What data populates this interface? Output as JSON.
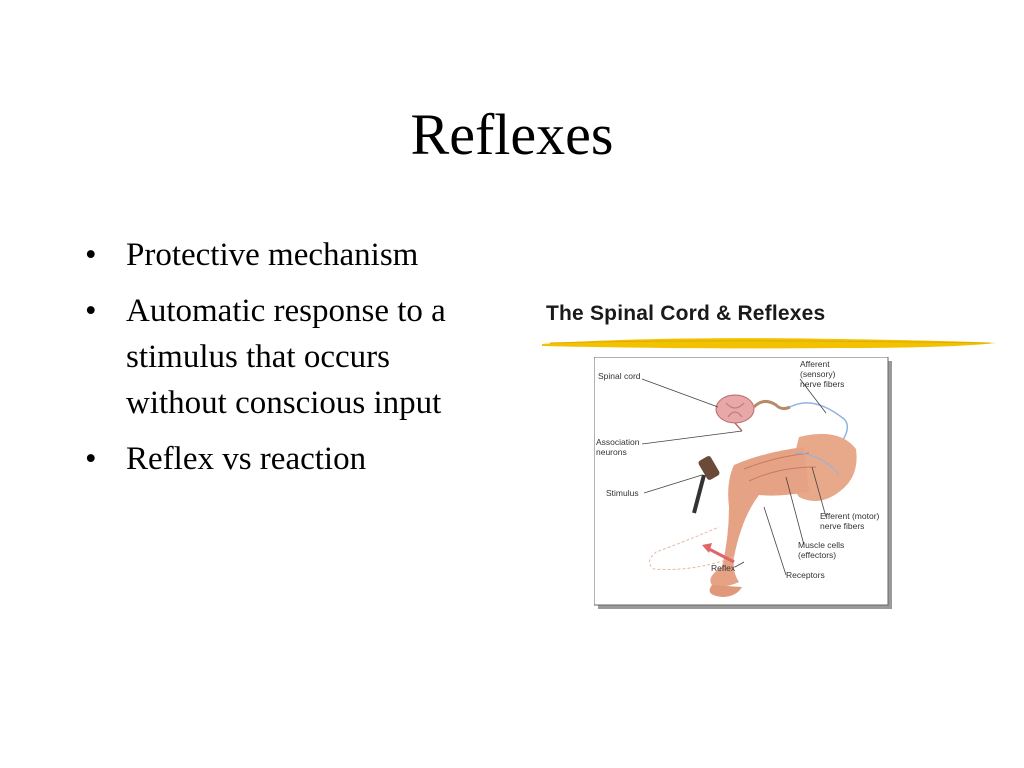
{
  "slide": {
    "title": "Reflexes",
    "bullets": [
      "Protective mechanism",
      "Automatic response to a stimulus that occurs without conscious input",
      "Reflex vs reaction"
    ],
    "bullet_symbol": "•"
  },
  "figure": {
    "title": "The Spinal Cord & Reflexes",
    "accent_color": "#f2c200",
    "labels": {
      "spinal_cord": "Spinal cord",
      "afferent_1": "Afferent",
      "afferent_2": "(sensory)",
      "afferent_3": "nerve fibers",
      "association_1": "Association",
      "association_2": "neurons",
      "stimulus": "Stimulus",
      "efferent_1": "Efferent (motor)",
      "efferent_2": "nerve fibers",
      "muscle_1": "Muscle cells",
      "muscle_2": "(effectors)",
      "reflex": "Reflex",
      "receptors": "Receptors"
    }
  }
}
